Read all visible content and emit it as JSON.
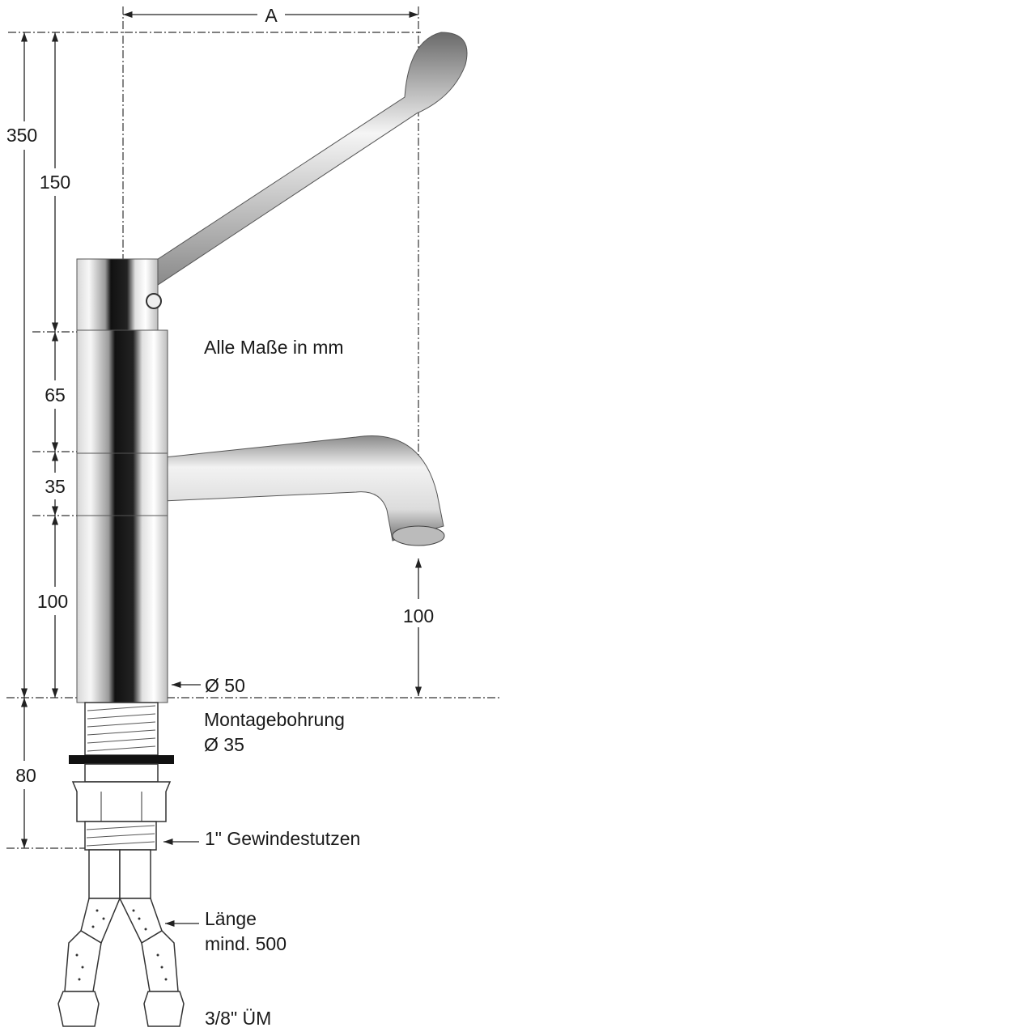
{
  "diagram": {
    "dimensions": {
      "width_label": "A",
      "total_height": "350",
      "lever_height": "150",
      "upper_body": "65",
      "middle_body": "35",
      "lower_body": "100",
      "spout_clearance": "100",
      "below_counter": "80"
    },
    "notes": {
      "units": "Alle Maße in mm",
      "body_diameter": "Ø 50",
      "mounting_hole_label": "Montagebohrung",
      "mounting_hole_diameter": "Ø 35",
      "thread": "1\" Gewindestutzen",
      "hose_length_label": "Länge",
      "hose_length_value": "mind. 500",
      "connection": "3/8\" ÜM"
    }
  }
}
